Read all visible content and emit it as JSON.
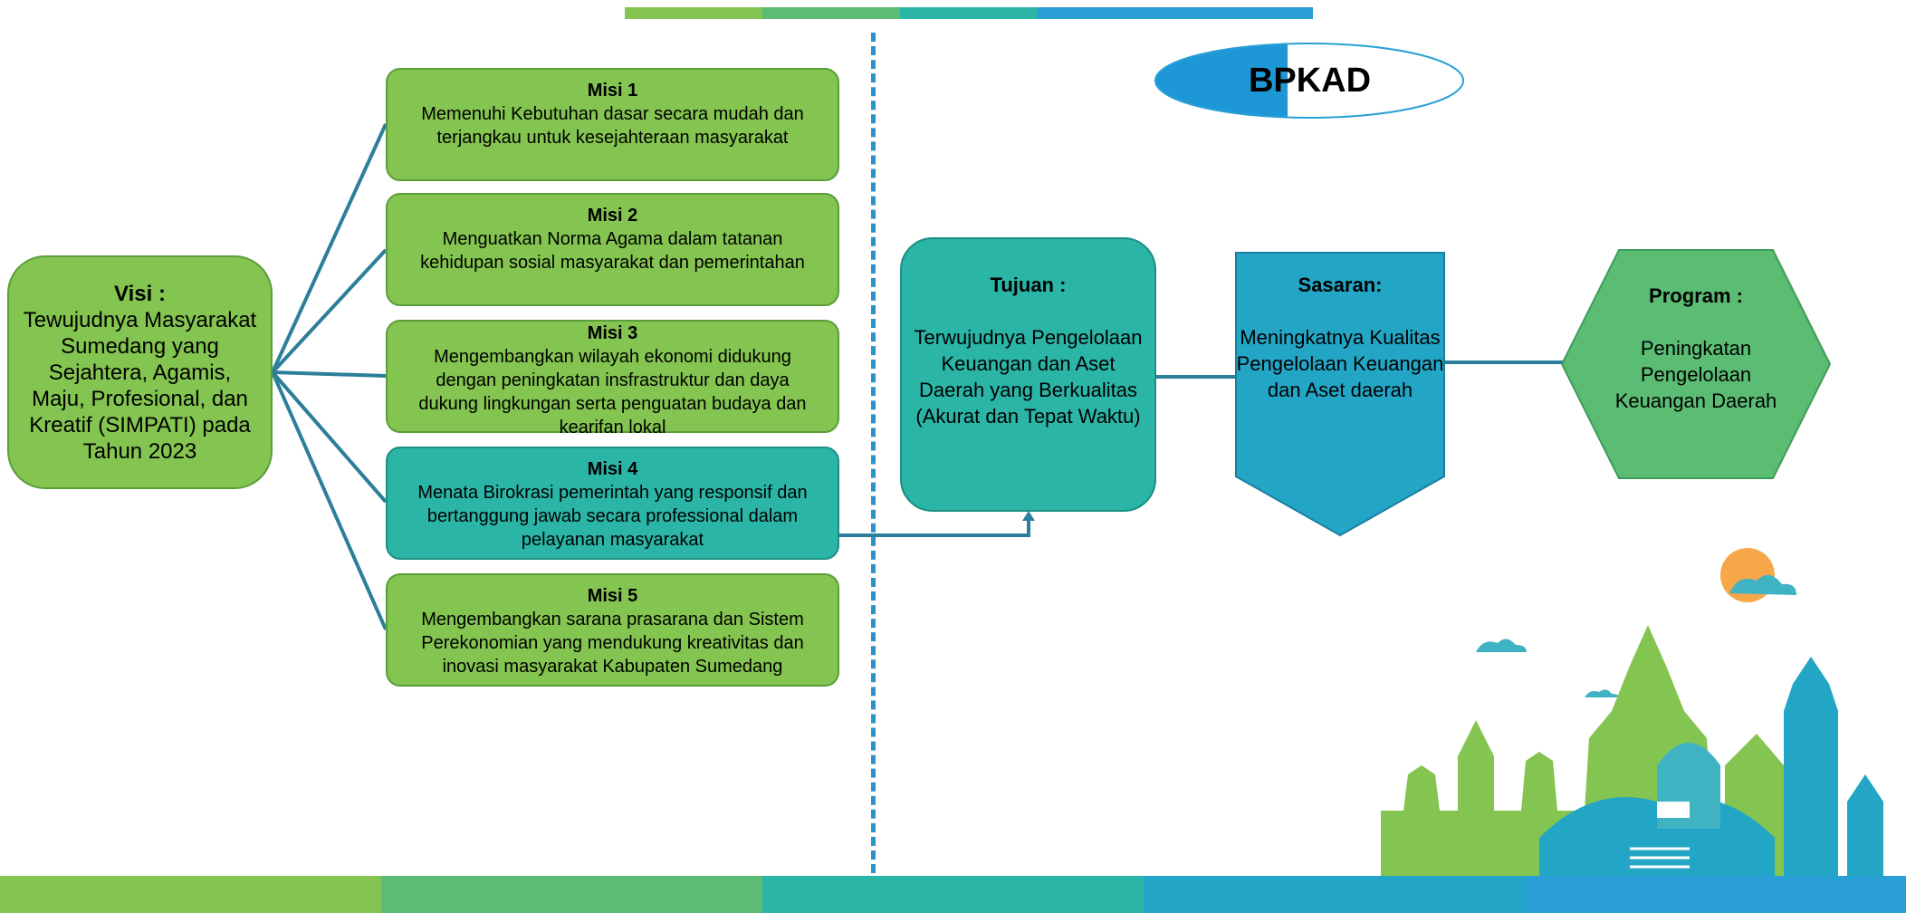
{
  "colors": {
    "green": "#84c450",
    "teal": "#2ab5a6",
    "blue": "#23a6c6",
    "program": "#5bbd74",
    "connector": "#2b7f9a",
    "divider": "#2b93c9"
  },
  "badge": {
    "label": "BPKAD"
  },
  "visi": {
    "title": "Visi :",
    "text": "Tewujudnya Masyarakat Sumedang yang Sejahtera, Agamis, Maju, Profesional, dan Kreatif (SIMPATI) pada Tahun 2023"
  },
  "misi": [
    {
      "title": "Misi 1",
      "text": "Memenuhi Kebutuhan dasar secara mudah dan terjangkau untuk kesejahteraan masyarakat"
    },
    {
      "title": "Misi 2",
      "text": "Menguatkan Norma Agama dalam tatanan kehidupan sosial masyarakat dan pemerintahan"
    },
    {
      "title": "Misi 3",
      "text": "Mengembangkan wilayah ekonomi didukung dengan peningkatan insfrastruktur dan daya dukung lingkungan serta penguatan budaya dan kearifan lokal"
    },
    {
      "title": "Misi 4",
      "text": "Menata Birokrasi pemerintah yang responsif dan bertanggung jawab secara professional dalam pelayanan masyarakat"
    },
    {
      "title": "Misi 5",
      "text": "Mengembangkan sarana prasarana dan Sistem Perekonomian yang mendukung kreativitas dan inovasi masyarakat Kabupaten Sumedang"
    }
  ],
  "tujuan": {
    "title": "Tujuan :",
    "text": "Terwujudnya Pengelolaan Keuangan dan Aset Daerah yang Berkualitas (Akurat dan Tepat Waktu)"
  },
  "sasaran": {
    "title": "Sasaran:",
    "text": "Meningkatnya Kualitas Pengelolaan Keuangan dan Aset daerah"
  },
  "program": {
    "title": "Program :",
    "text": "Peningkatan Pengelolaan Keuangan Daerah"
  }
}
